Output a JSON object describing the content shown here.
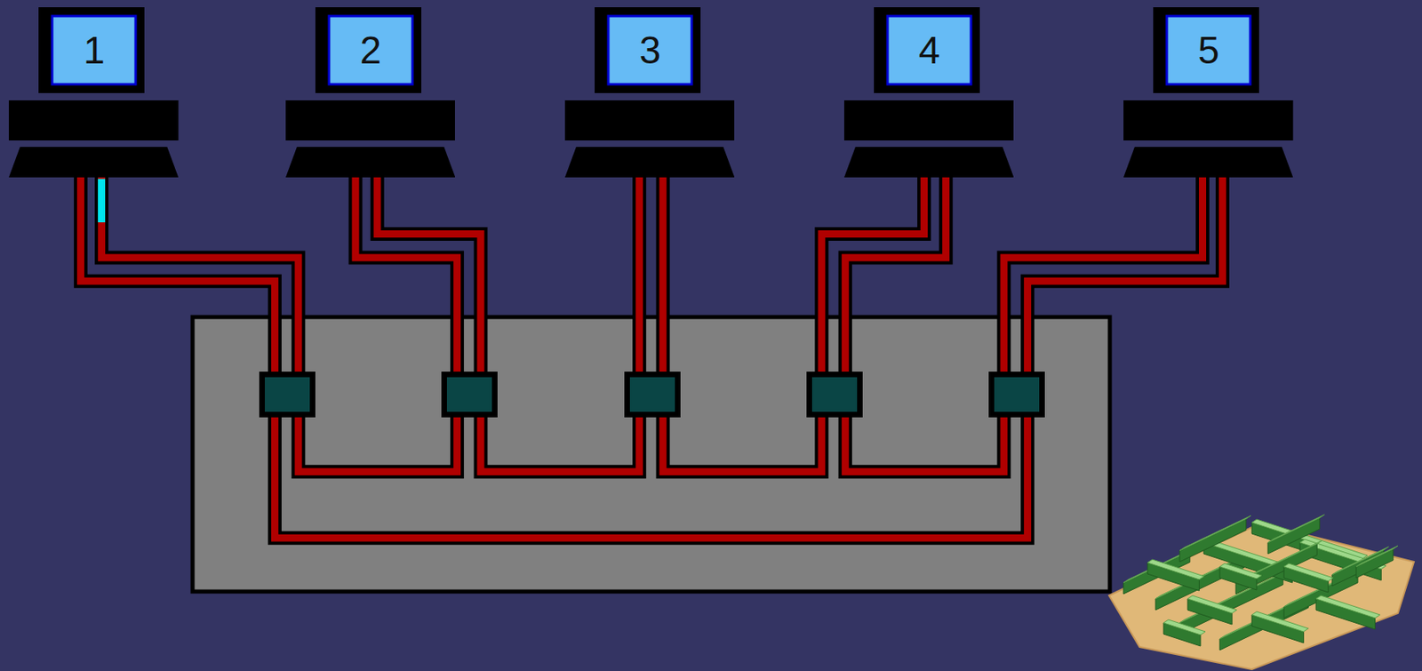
{
  "diagram": {
    "nodes": [
      {
        "text": [
          "1"
        ]
      },
      {
        "text": [
          "2"
        ]
      },
      {
        "text": [
          "3"
        ]
      },
      {
        "text": [
          "4"
        ]
      },
      {
        "text": [
          "5"
        ]
      }
    ],
    "edges": [
      {
        "from": 0,
        "to": 1,
        "arrow": "none"
      },
      {
        "from": 1,
        "to": 2,
        "arrow": "none"
      },
      {
        "from": 2,
        "to": 3,
        "arrow": "none"
      },
      {
        "from": 3,
        "to": 4,
        "arrow": "none"
      },
      {
        "from": 4,
        "to": 0,
        "arrow": "none"
      }
    ]
  }
}
